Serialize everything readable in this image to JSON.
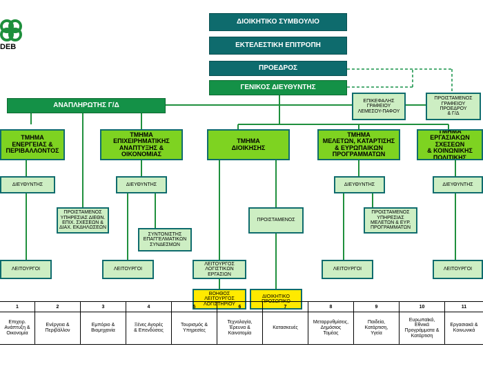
{
  "logo": {
    "text": "DEB",
    "icon": "interlocking-rings-logo",
    "color": "#1e8f3c"
  },
  "colors": {
    "teal": "#0e6b6d",
    "dark_green": "#149147",
    "light_green": "#7ed321",
    "pale_green": "#cdeec3",
    "yellow": "#ffea00"
  },
  "nodes": {
    "board": "ΔΙΟΙΚΗΤΙΚΟ ΣΥΜΒΟΥΛΙΟ",
    "exec_committee": "ΕΚΤΕΛΕΣΤΙΚΗ ΕΠΙΤΡΟΠΗ",
    "president": "ΠΡΟΕΔΡΟΣ",
    "director_general": "ΓΕΝΙΚΟΣ ΔΙΕΥΘΥΝΤΗΣ",
    "deputy_dg": "ΑΝΑΠΛΗΡΩΤΗΣ Γ/Δ",
    "limassol_office": "ΕΠΙΚΕΦΑΛΗΣ\nΓΡΑΦΕΙΟΥ\nΛΕΜΕΣΟΥ-ΠΑΦΟΥ",
    "president_office": "ΠΡΟΙΣΤΑΜΕΝΟΣ\nΓΡΑΦΕΙΟΥ\nΠΡΟΕΔΡΟΥ\n& Γ/Δ",
    "dept_energy": "ΤΜΗΜΑ\nΕΝΕΡΓΕΙΑΣ &\nΠΕΡΙΒΑΛΛΟΝΤΟΣ",
    "dept_business": "ΤΜΗΜΑ\nΕΠΙΧΕΙΡΗΜΑΤΙΚΗΣ\nΑΝΑΠΤΥΞΗΣ &\nΟΙΚΟΝΟΜΙΑΣ",
    "dept_admin": "ΤΜΗΜΑ\nΔΙΟΙΚΗΣΗΣ",
    "dept_studies": "ΤΜΗΜΑ\nΜΕΛΕΤΩΝ, ΚΑΤΑΡΤΙΣΗΣ\n& ΕΥΡΩΠΑΙΚΩΝ\nΠΡΟΓΡΑΜΜΑΤΩΝ",
    "dept_labour": "ΤΜΗΜΑ\nΕΡΓΑΣΙΑΚΩΝ ΣΧΕΣΕΩΝ\n& ΚΟΙΝΩΝΙΚΗΣ\nΠΟΛΙΤΙΚΗΣ",
    "director": "ΔΙΕΥΘΥΝΤΗΣ",
    "officers": "ΛΕΙΤΟΥΡΓΟΙ",
    "intl_relations_head": "ΠΡΟΙΣΤΑΜΕΝΟΣ\nΥΠΗΡΕΣΙΑΣ ΔΙΕΘΝ.\nΕΠΙΧ. ΣΧΕΣΕΩΝ &\nΔΙΑΧ. ΕΚΔΗΛΩΣΕΩΝ",
    "professional_assoc_coord": "ΣΥΝΤΟΝΙΣΤΗΣ\nΕΠΑΓΓΕΛΜΑΤΙΚΩΝ\nΣΥΝΔΕΣΜΩΝ",
    "accounting_officer": "ΛΕΙΤΟΥΡΓΟΣ\nΛΟΓΙΣΤΙΚΩΝ\nΕΡΓΑΣΙΩΝ",
    "supervisor": "ΠΡΟΙΣΤΑΜΕΝΟΣ",
    "assistant_accountant": "ΒΟΗΘΟΣ\nΛΕΙΤΟΥΡΓΟΣ\nΛΟΓΙΣΤΗΡΙΟΥ",
    "admin_staff": "ΔΙΟΙΚΗΤΙΚΟ\nΠΡΟΣΩΠΙΚΟ",
    "studies_head": "ΠΡΟΙΣΤΑΜΕΝΟΣ\nΥΠΗΡΕΣΙΑΣ\nΜΕΛΕΤΩΝ & ΕΥΡ.\nΠΡΟΓΡΑΜΜΑΤΩΝ"
  },
  "sectors": [
    {
      "num": "1",
      "label": "Επιχειρ.\nΑνάπτυξη &\nΟικονομία"
    },
    {
      "num": "2",
      "label": "Ενέργεια &\nΠεριβάλλον"
    },
    {
      "num": "3",
      "label": "Εμπόριο &\nΒιομηχανία"
    },
    {
      "num": "4",
      "label": "Ξένες Αγορές\n& Επενδύσεις"
    },
    {
      "num": "5",
      "label": "Τουρισμός &\nΥπηρεσίες"
    },
    {
      "num": "6",
      "label": "Τεχνολογία,\nΈρευνα &\nΚαινοτομία"
    },
    {
      "num": "7",
      "label": "Κατασκευές"
    },
    {
      "num": "8",
      "label": "Μεταρρυθμίσεις,\nΔημόσιος\nΤομέας"
    },
    {
      "num": "9",
      "label": "Παιδεία,\nΚατάρτιση,\nΥγεία"
    },
    {
      "num": "10",
      "label": "Ευρωπαϊκά,\nΕθνικά\nΠρογράμματα &\nΚατάρτιση"
    },
    {
      "num": "11",
      "label": "Εργασιακά &\nΚοινωνικά"
    }
  ]
}
